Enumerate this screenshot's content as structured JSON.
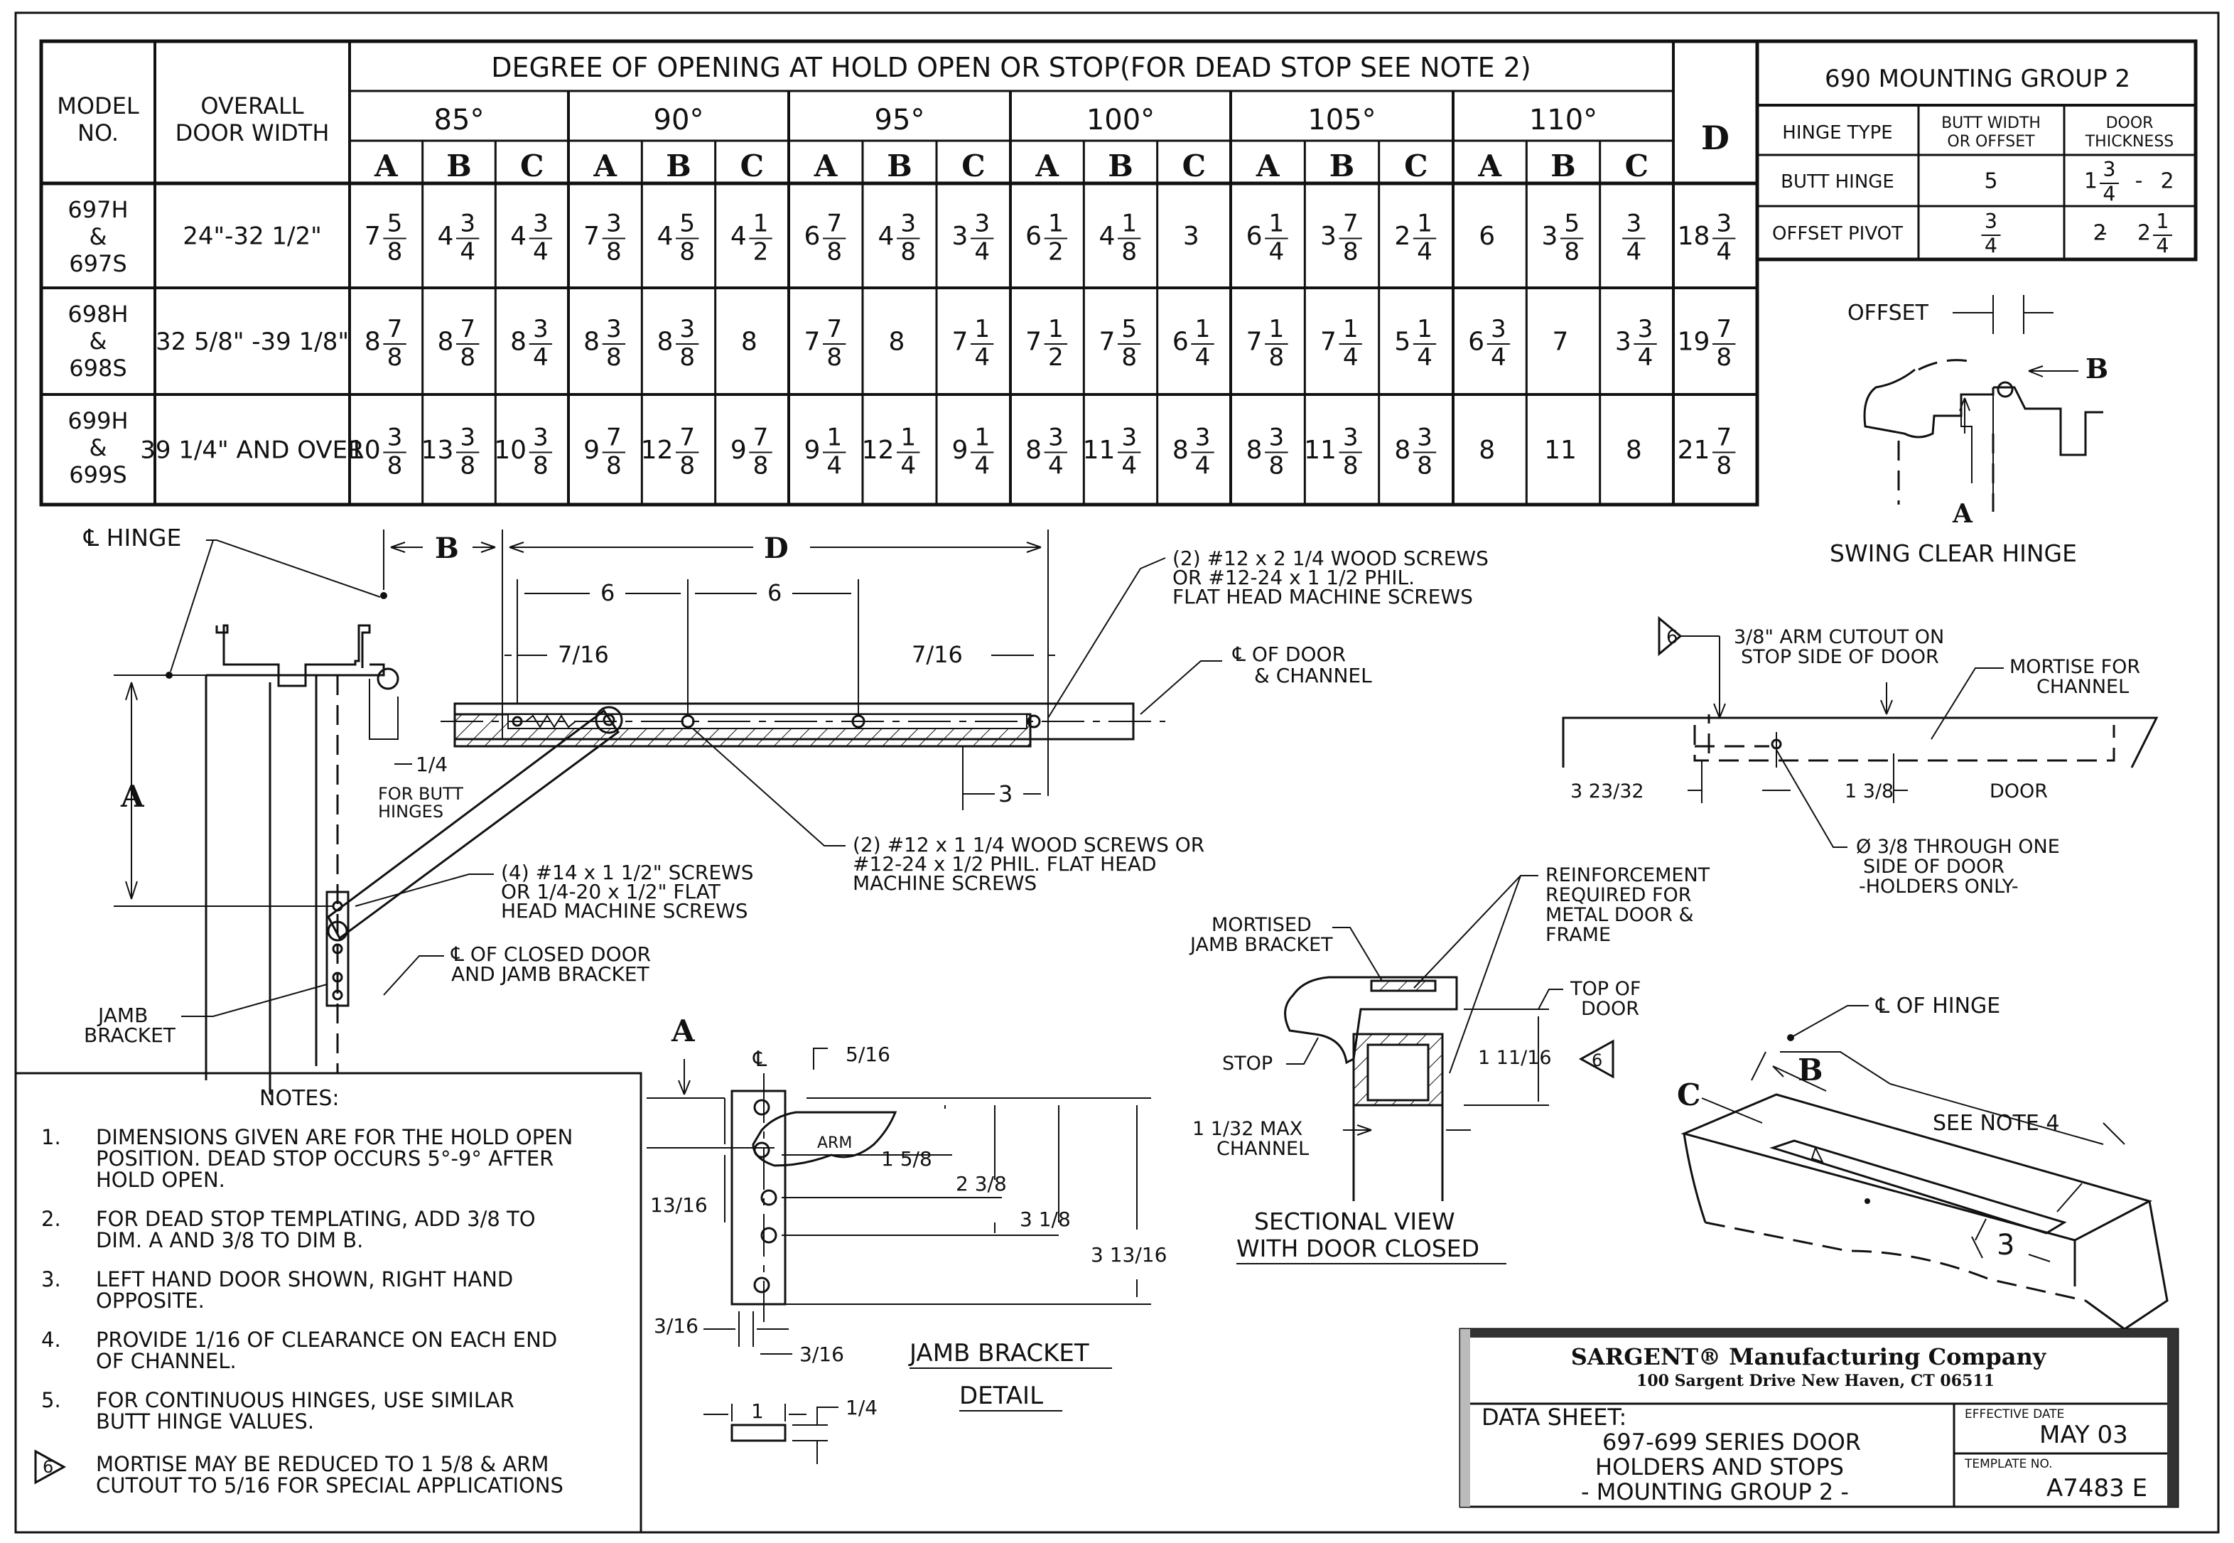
{
  "main_table": {
    "col_model": "MODEL NO.",
    "col_width": "OVERALL DOOR WIDTH",
    "header_degree": "DEGREE OF OPENING AT HOLD OPEN OR STOP(FOR DEAD STOP SEE NOTE 2)",
    "angles": [
      "85°",
      "90°",
      "95°",
      "100°",
      "105°",
      "110°"
    ],
    "sub_cols": [
      "A",
      "B",
      "C"
    ],
    "col_d": "D",
    "rows": [
      {
        "model": [
          "697H",
          "&",
          "697S"
        ],
        "width": "24\"-32 1/2\"",
        "values": [
          "7 5/8",
          "4 3/4",
          "4 3/4",
          "7 3/8",
          "4 5/8",
          "4 1/2",
          "6 7/8",
          "4 3/8",
          "3 3/4",
          "6 1/2",
          "4 1/8",
          "3",
          "6 1/4",
          "3 7/8",
          "2 1/4",
          "6",
          "3 5/8",
          "3/4"
        ],
        "d": "18 3/4"
      },
      {
        "model": [
          "698H",
          "&",
          "698S"
        ],
        "width": "32 5/8\" -39 1/8\"",
        "values": [
          "8 7/8",
          "8 7/8",
          "8 3/4",
          "8 3/8",
          "8 3/8",
          "8",
          "7 7/8",
          "8",
          "7 1/4",
          "7 1/2",
          "7 5/8",
          "6 1/4",
          "7 1/8",
          "7 1/4",
          "5 1/4",
          "6 3/4",
          "7",
          "3 3/4"
        ],
        "d": "19 7/8"
      },
      {
        "model": [
          "699H",
          "&",
          "699S"
        ],
        "width": "39 1/4\" AND OVER",
        "values": [
          "10 3/8",
          "13 3/8",
          "10 3/8",
          "9 7/8",
          "12 7/8",
          "9 7/8",
          "9 1/4",
          "12 1/4",
          "9 1/4",
          "8 3/4",
          "11 3/4",
          "8 3/4",
          "8 3/8",
          "11 3/8",
          "8 3/8",
          "8",
          "11",
          "8"
        ],
        "d": "21 7/8"
      }
    ]
  },
  "mount_table": {
    "title": "690 MOUNTING GROUP 2",
    "headers": [
      "HINGE TYPE",
      "BUTT WIDTH OR OFFSET",
      "DOOR THICKNESS"
    ],
    "rows": [
      [
        "BUTT HINGE",
        "5",
        "1 3/4 - 2"
      ],
      [
        "OFFSET PIVOT",
        "3/4",
        "2 - 2 1/4"
      ]
    ]
  },
  "swing_clear": {
    "offset_label": "OFFSET",
    "b_label": "B",
    "a_label": "A",
    "caption": "SWING CLEAR HINGE"
  },
  "main_drawing": {
    "hinge_cl": "℄ HINGE",
    "b": "B",
    "d": "D",
    "a": "A",
    "dim_6a": "6",
    "dim_6b": "6",
    "dim_716a": "7/16",
    "dim_716b": "7/16",
    "dim_14": "1/4",
    "butt_note": "FOR BUTT HINGES",
    "dim_3": "3",
    "screws_top": [
      "(2) #12 x 2 1/4 WOOD SCREWS",
      "OR #12-24 x 1 1/2 PHIL.",
      "FLAT HEAD MACHINE SCREWS"
    ],
    "cl_door_channel": [
      "℄ OF DOOR",
      "& CHANNEL"
    ],
    "screws_mid": [
      "(2) #12 x 1 1/4 WOOD SCREWS OR",
      "#12-24 x 1/2 PHIL. FLAT HEAD",
      "MACHINE SCREWS"
    ],
    "screws_jamb": [
      "(4) #14 x 1 1/2\" SCREWS",
      "OR 1/4-20 x 1/2\" FLAT",
      "HEAD MACHINE SCREWS"
    ],
    "cl_closed": [
      "℄ OF CLOSED DOOR",
      "AND JAMB BRACKET"
    ],
    "jamb_bracket": [
      "JAMB",
      "BRACKET"
    ]
  },
  "mortise_detail": {
    "note_num": "6",
    "arm_cutout": [
      "3/8\" ARM CUTOUT ON",
      "STOP SIDE OF DOOR"
    ],
    "mortise_channel": [
      "MORTISE FOR",
      "CHANNEL"
    ],
    "dim_3_23_32": "3 23/32",
    "dim_1_3_8": "1 3/8",
    "door": "DOOR",
    "through": [
      "Ø 3/8 THROUGH ONE",
      "SIDE OF DOOR",
      "-HOLDERS ONLY-"
    ]
  },
  "section_view": {
    "reinforcement": [
      "REINFORCEMENT",
      "REQUIRED FOR",
      "METAL DOOR &",
      "FRAME"
    ],
    "mortised": [
      "MORTISED",
      "JAMB BRACKET"
    ],
    "top_of_door": [
      "TOP OF",
      "DOOR"
    ],
    "stop": "STOP",
    "dim_1_11_16": "1 11/16",
    "note_num": "6",
    "max_channel": [
      "1 1/32 MAX",
      "CHANNEL"
    ],
    "caption": [
      "SECTIONAL VIEW",
      "WITH DOOR CLOSED"
    ]
  },
  "hinge_iso": {
    "cl_hinge": "℄ OF HINGE",
    "b": "B",
    "c": "C",
    "see_note": "SEE NOTE 4",
    "dim_3": "3"
  },
  "jamb_detail": {
    "a": "A",
    "cl": "℄",
    "dim_5_16": "5/16",
    "arm": "ARM",
    "dim_1_5_8": "1 5/8",
    "dim_2_3_8": "2 3/8",
    "dim_3_1_8": "3 1/8",
    "dim_3_13_16": "3 13/16",
    "dim_13_16": "13/16",
    "dim_3_16a": "3/16",
    "dim_3_16b": "3/16",
    "dim_1": "1",
    "dim_1_4": "1/4",
    "caption": [
      "JAMB BRACKET",
      "DETAIL"
    ]
  },
  "notes": {
    "title": "NOTES:",
    "items": [
      {
        "num": "1.",
        "lines": [
          "DIMENSIONS GIVEN ARE FOR THE HOLD OPEN",
          "POSITION. DEAD STOP OCCURS 5°-9° AFTER",
          "HOLD OPEN."
        ]
      },
      {
        "num": "2.",
        "lines": [
          "FOR DEAD STOP TEMPLATING, ADD 3/8 TO",
          "DIM. A AND 3/8 TO DIM B."
        ]
      },
      {
        "num": "3.",
        "lines": [
          "LEFT HAND DOOR SHOWN, RIGHT HAND",
          "OPPOSITE."
        ]
      },
      {
        "num": "4.",
        "lines": [
          "PROVIDE 1/16 OF CLEARANCE ON EACH END",
          "OF CHANNEL."
        ]
      },
      {
        "num": "5.",
        "lines": [
          "FOR CONTINUOUS HINGES, USE SIMILAR",
          "BUTT HINGE VALUES."
        ]
      },
      {
        "num": "6",
        "lines": [
          "MORTISE MAY BE REDUCED TO 1 5/8 & ARM",
          "CUTOUT TO 5/16 FOR SPECIAL APPLICATIONS"
        ]
      }
    ]
  },
  "title_block": {
    "company": "SARGENT® Manufacturing Company",
    "address": "100 Sargent Drive New Haven, CT 06511",
    "sheet_label": "DATA SHEET:",
    "sheet_lines": [
      "697-699 SERIES DOOR",
      "HOLDERS AND STOPS",
      "- MOUNTING GROUP 2 -"
    ],
    "eff_label": "EFFECTIVE DATE",
    "eff_value": "MAY 03",
    "tmpl_label": "TEMPLATE NO.",
    "tmpl_value": "A7483 E"
  }
}
